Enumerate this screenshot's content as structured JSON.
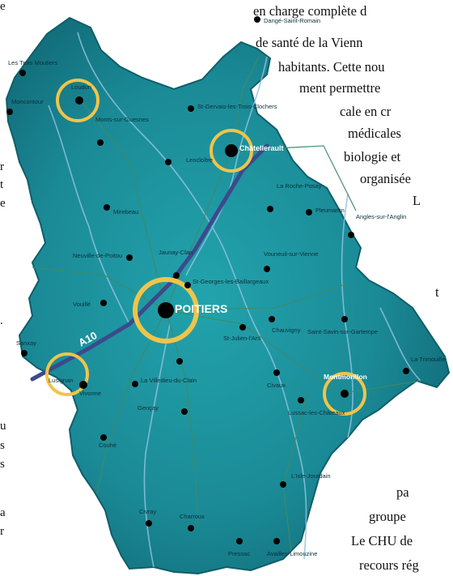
{
  "left_margin_fragments": [
    "e",
    "r",
    "t",
    "e",
    ".",
    "u",
    "s",
    "s",
    "a",
    "r"
  ],
  "paragraph_lines": [
    "en charge complète d",
    "de santé de la Vienn",
    "habitants. Cette nou",
    "ment permettre",
    "cale en cr",
    "médicales",
    "biologie et",
    "organisée",
    "L",
    "t",
    "pa",
    "groupe",
    "Le CHU de",
    "recours rég"
  ],
  "map": {
    "highway_label": "A10",
    "hubs": [
      {
        "id": "poitiers",
        "label": "POITIERS"
      },
      {
        "id": "chatellerault",
        "label": "Châtellerault"
      },
      {
        "id": "loudun",
        "label": "Loudun"
      },
      {
        "id": "montmorillon",
        "label": "Montmorillon"
      },
      {
        "id": "lusignan",
        "label": "Lusignan"
      }
    ],
    "towns": [
      "Les Trois Moutiers",
      "Monts-sur-Guesnes",
      "Moncontour",
      "Dangé-Saint-Romain",
      "St-Gervais-les-Trois-Clochers",
      "Lencloître",
      "Mirebeau",
      "La Roche-Posay",
      "Pleumartin",
      "Angles-sur-l'Anglin",
      "Jaunay-Clan",
      "Vouneuil-sur-Vienne",
      "Neuville-de-Poitou",
      "St-Georges-les-Baillargeaux",
      "Vouillé",
      "Chauvigny",
      "Sanxay",
      "St-Julien-l'Ars",
      "Saint-Savin-sur-Gartempe",
      "La Trimouille",
      "Vivonne",
      "La Villedieu-du-Clain",
      "Civaux",
      "Gençay",
      "Lussac-les-Châteaux",
      "Couhé",
      "L'Isle-Jourdain",
      "Civray",
      "Charroux",
      "Availles-Limouzine",
      "Pressac"
    ]
  },
  "colors": {
    "region_fill": "#1a8a96",
    "region_dark": "#126a75",
    "ring": "#f0c44a",
    "dot": "#000000",
    "highway": "#3c4a8c",
    "river": "#7fb2d6",
    "road": "#3f8a6a"
  }
}
